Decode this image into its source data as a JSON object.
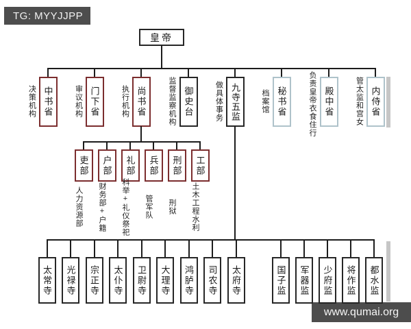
{
  "badges": {
    "tg": "TG: MYYJJPP",
    "watermark": "www.qumai.org"
  },
  "colors": {
    "red_accent": "#7b2d2e",
    "blue_accent": "#aec2ca",
    "line_black": "#1c1c1c",
    "badge_bg": "#4d4d4d"
  },
  "root": {
    "label": "皇帝"
  },
  "departments": [
    {
      "label": "中书省",
      "note": "决策机构",
      "style": "red"
    },
    {
      "label": "门下省",
      "note": "审议机构",
      "style": "red"
    },
    {
      "label": "尚书省",
      "note": "执行机构",
      "style": "red"
    },
    {
      "label": "御史台",
      "note": "监督监察机构",
      "style": "black"
    },
    {
      "label": "九寺五监",
      "note": "做具体事务",
      "style": "black"
    },
    {
      "label": "秘书省",
      "note": "档案馆",
      "style": "blue"
    },
    {
      "label": "殿中省",
      "note": "负责皇帝衣食住行",
      "style": "blue"
    },
    {
      "label": "内侍省",
      "note": "管太监和宫女",
      "style": "blue"
    }
  ],
  "ministries": [
    {
      "label": "吏部",
      "note": "人力资源部"
    },
    {
      "label": "户部",
      "note": "财务部+户籍"
    },
    {
      "label": "礼部",
      "note": "科举+礼仪祭祀"
    },
    {
      "label": "兵部",
      "note": "管军队"
    },
    {
      "label": "刑部",
      "note": "刑狱"
    },
    {
      "label": "工部",
      "note": "土木工程水利"
    }
  ],
  "courts": [
    {
      "label": "太常寺"
    },
    {
      "label": "光禄寺"
    },
    {
      "label": "宗正寺"
    },
    {
      "label": "太仆寺"
    },
    {
      "label": "卫尉寺"
    },
    {
      "label": "大理寺"
    },
    {
      "label": "鸿胪寺"
    },
    {
      "label": "司农寺"
    },
    {
      "label": "太府寺"
    },
    {
      "label": "国子监"
    },
    {
      "label": "军器监"
    },
    {
      "label": "少府监"
    },
    {
      "label": "将作监"
    },
    {
      "label": "都水监"
    }
  ]
}
